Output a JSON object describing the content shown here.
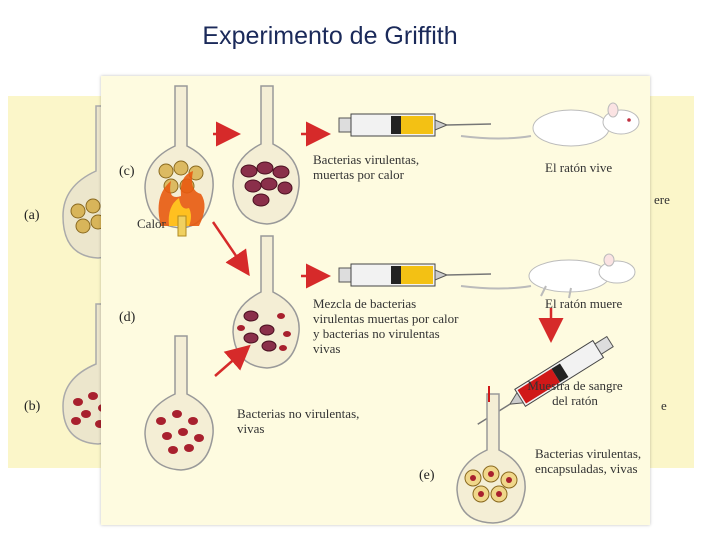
{
  "title": "Experimento de Griffith",
  "back": {
    "label_a": "(a)",
    "label_b": "(b)",
    "partial_muere": "ere",
    "partial_e": "e"
  },
  "panels": {
    "c": {
      "label": "(c)",
      "heat_label": "Calor",
      "bacteria_text": "Bacterias virulentas, muertas por calor",
      "result": "El ratón vive"
    },
    "d": {
      "label": "(d)",
      "mix_text": "Mezcla de bacterias virulentas muertas por calor y bacterias no virulentas vivas",
      "result": "El ratón muere",
      "nonvirulent_text": "Bacterias no virulentas, vivas"
    },
    "e": {
      "label": "(e)",
      "blood_text": "Muestra de sangre del ratón",
      "result_text": "Bacterias virulentas, encapsuladas, vivas"
    }
  },
  "colors": {
    "title": "#1b2a5a",
    "back_panel": "#fbf6c9",
    "front_panel": "#fefbe0",
    "arrow": "#d62a2a",
    "dead_bacteria": "#8a2f4a",
    "live_bacteria": "#a8202e",
    "capsule": "#c9a040",
    "blood": "#d01818"
  }
}
